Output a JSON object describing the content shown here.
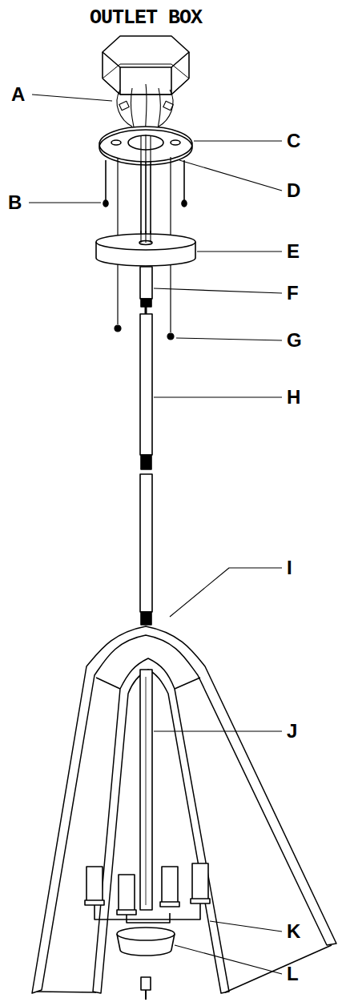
{
  "diagram": {
    "labels": [
      "OUTLET BOX",
      "A",
      "B",
      "C",
      "D",
      "E",
      "F",
      "G",
      "H",
      "I",
      "J",
      "K",
      "L"
    ]
  }
}
